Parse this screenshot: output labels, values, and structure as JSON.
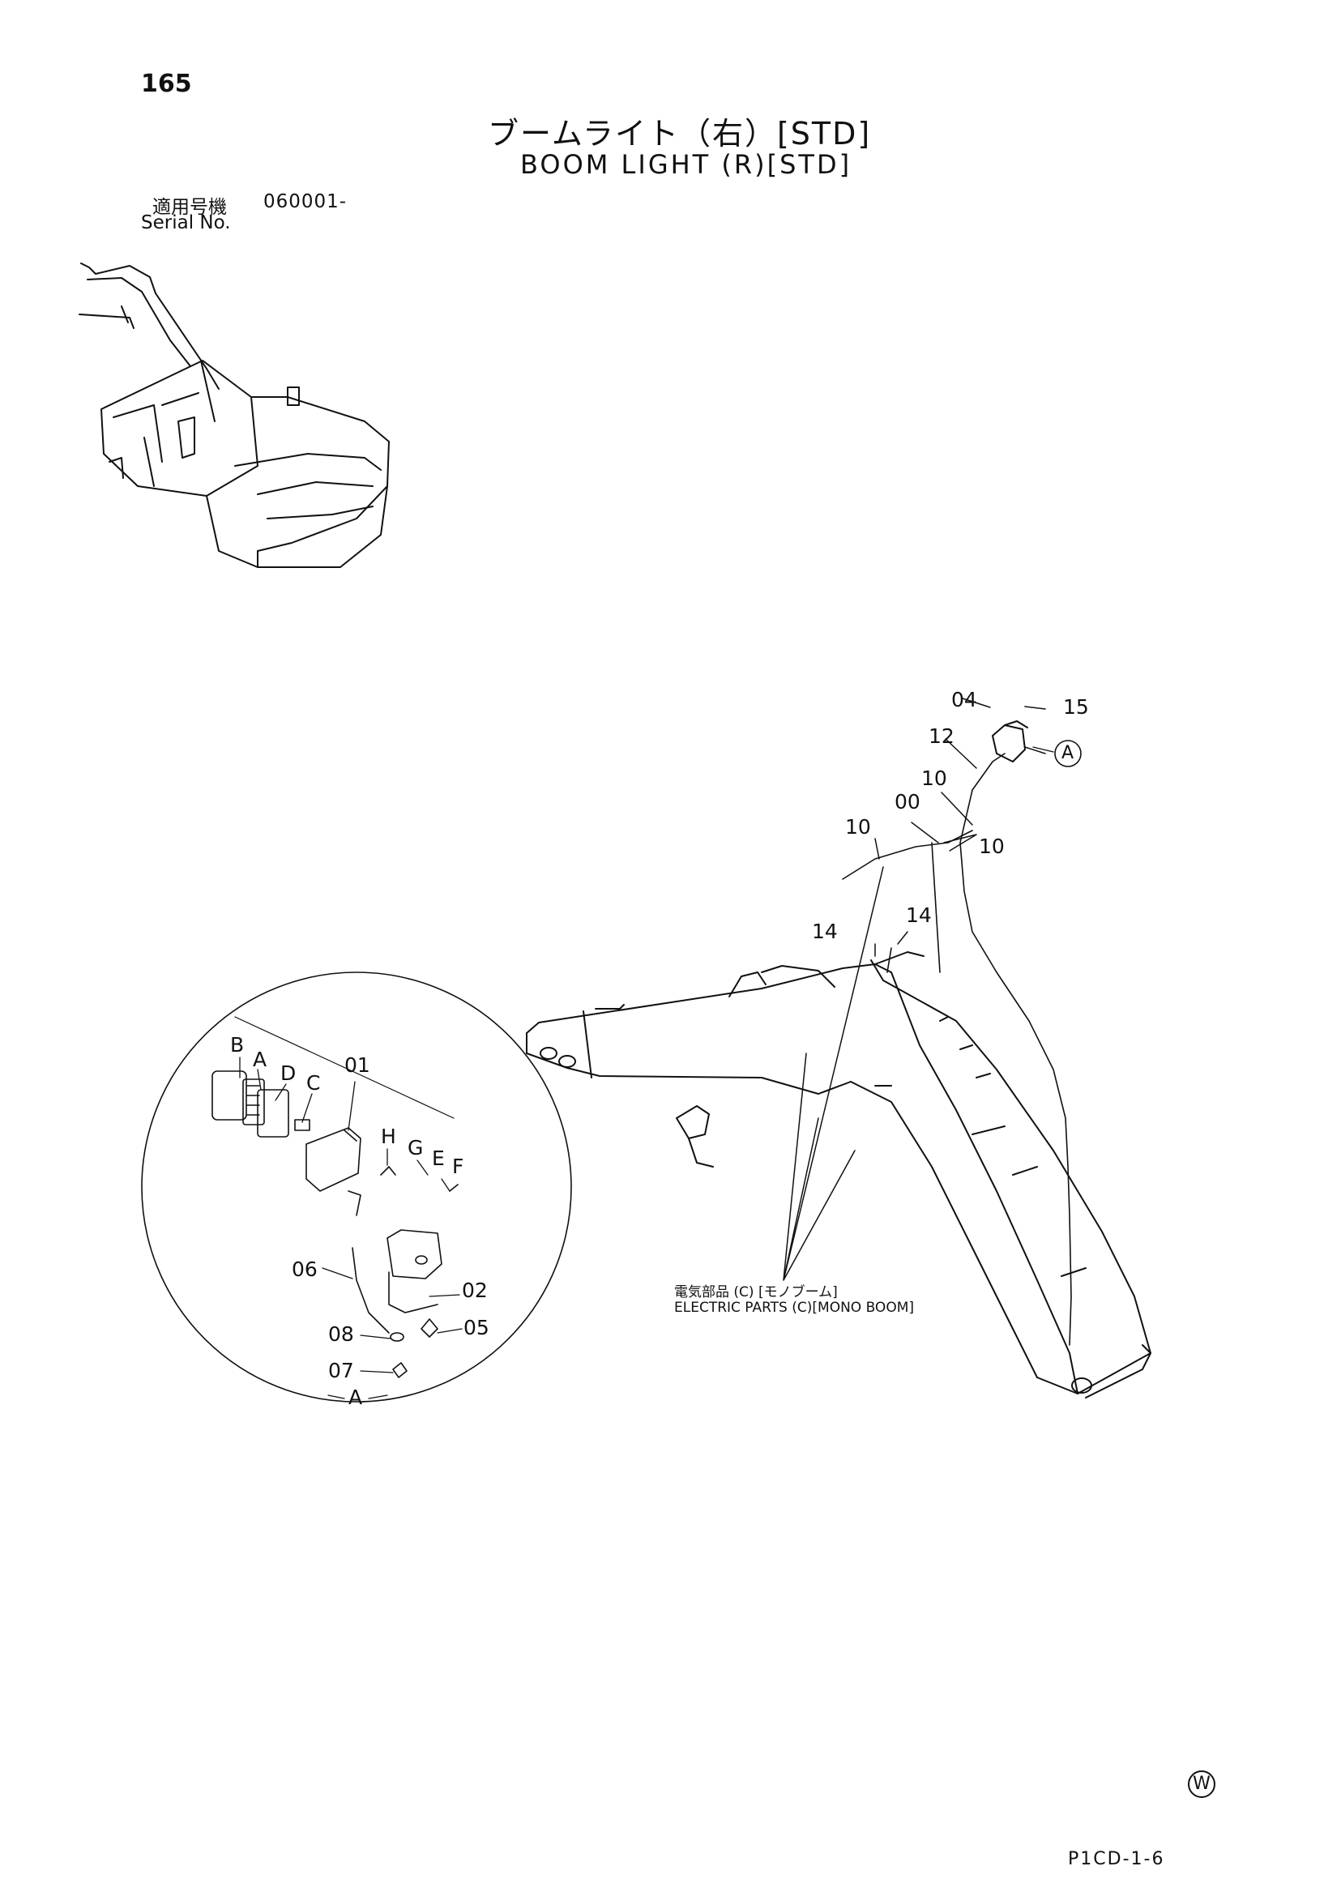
{
  "page_number": "165",
  "title_jp": "ブームライト（右）[STD]",
  "title_en": "BOOM LIGHT (R)[STD]",
  "serial": {
    "label_jp": "適用号機",
    "value": "060001-",
    "label_en": "Serial No."
  },
  "detail_view": "A",
  "callouts": {
    "main": [
      "04",
      "15",
      "12",
      "10",
      "00",
      "10",
      "10",
      "14",
      "14"
    ],
    "detail": [
      "B",
      "A",
      "D",
      "C",
      "01",
      "H",
      "G",
      "E",
      "F",
      "06",
      "02",
      "08",
      "05",
      "07"
    ]
  },
  "reference": {
    "jp": "電気部品 (C) [モノブーム]",
    "en": "ELECTRIC PARTS (C)[MONO BOOM]"
  },
  "manufacturer_mark": "W",
  "doc_code": "P1CD-1-6"
}
